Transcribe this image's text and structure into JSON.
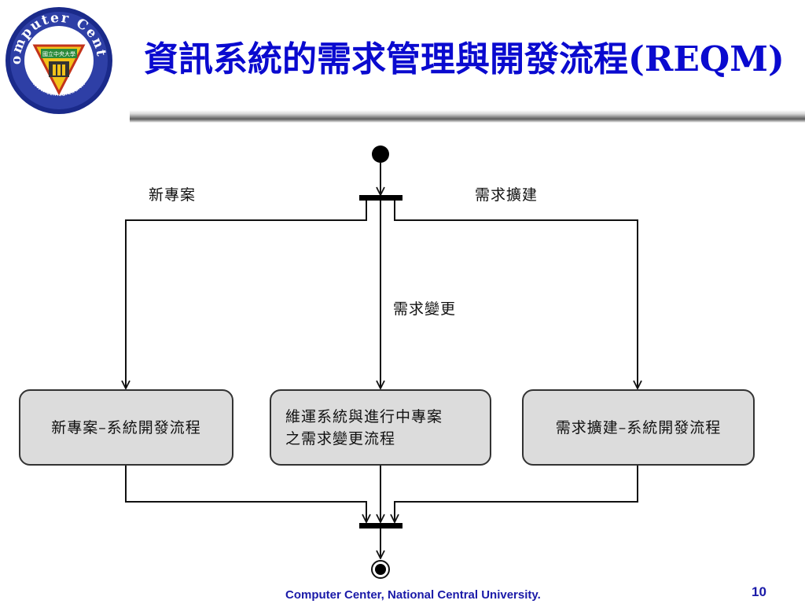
{
  "logo": {
    "ring_top_text": "Computer Center",
    "ring_bottom_text": "www.cc.ncu.edu.tw",
    "badge_text": "國立中央大學"
  },
  "title": "資訊系統的需求管理與開發流程(REQM)",
  "diagram": {
    "branch_labels": {
      "left": "新專案",
      "middle": "需求變更",
      "right": "需求擴建"
    },
    "activities": {
      "left": "新專案–系統開發流程",
      "middle_line1": "維運系統與進行中專案",
      "middle_line2": "之需求變更流程",
      "right": "需求擴建–系統開發流程"
    }
  },
  "footer": {
    "org": "Computer Center, National Central University.",
    "page_number": "10"
  },
  "colors": {
    "title": "#0a0acf",
    "footer": "#1a1aa8",
    "activity_fill": "#dcdcdc",
    "line": "#111111"
  }
}
